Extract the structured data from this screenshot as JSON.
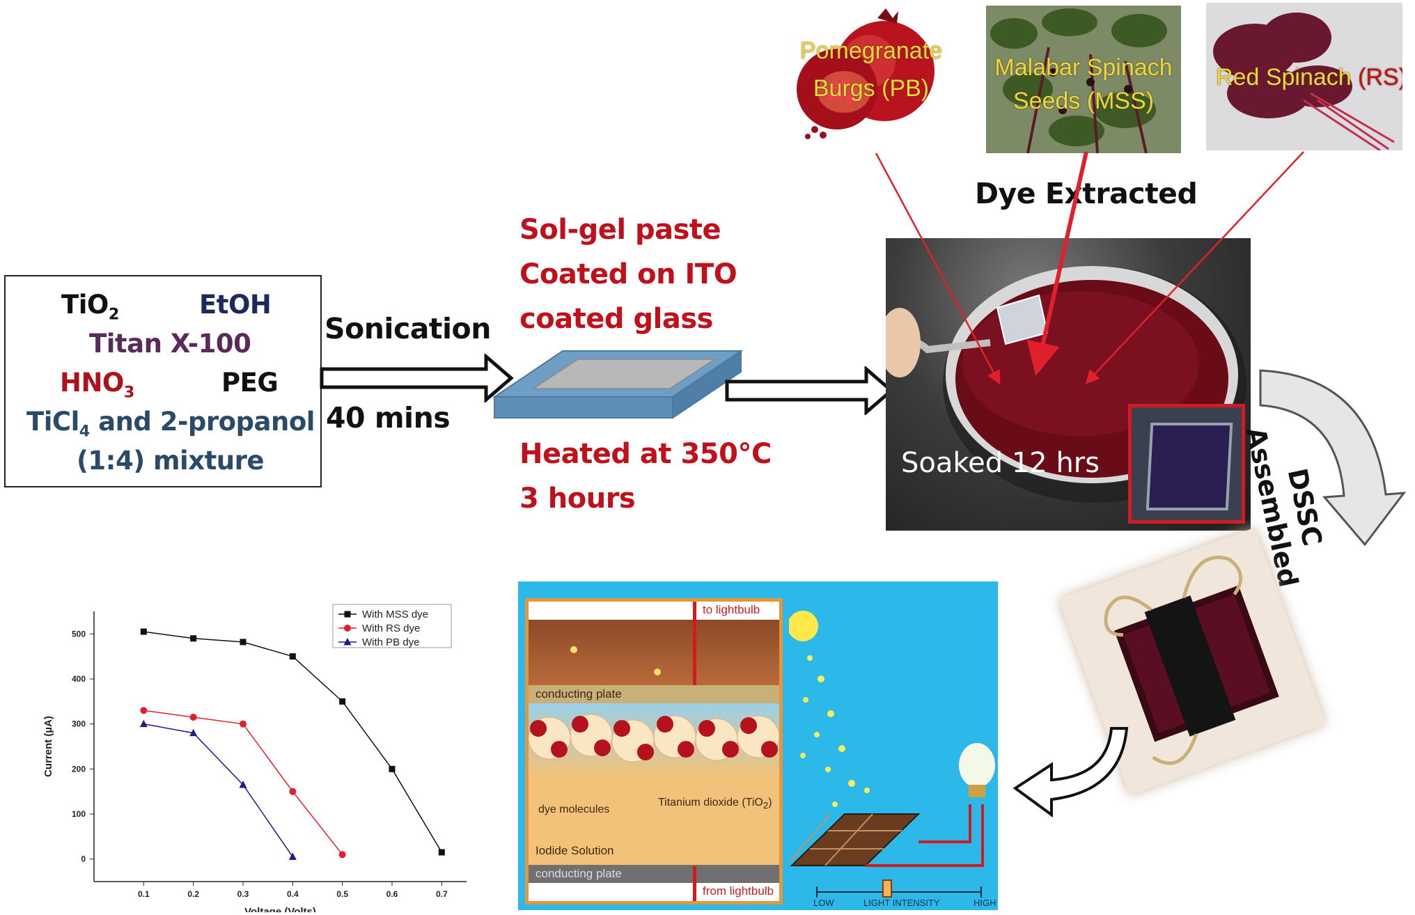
{
  "ingredients": {
    "tio2": "TiO",
    "tio2_sub": "2",
    "etoh": "EtOH",
    "titan": "Titan X-100",
    "hno3": "HNO",
    "hno3_sub": "3",
    "peg": "PEG",
    "ticl4_a": "TiCl",
    "ticl4_sub": "4",
    "ticl4_b": " and 2-propanol",
    "mixture": "(1:4) mixture"
  },
  "step1": {
    "label_top": "Sonication",
    "label_bottom": "40 mins"
  },
  "step2": {
    "line1": "Sol-gel paste",
    "line2": "Coated on ITO",
    "line3": "coated glass",
    "heat1": "Heated at 350°C",
    "heat2": "3 hours"
  },
  "dyes": {
    "pb_line1": "Pomegranate",
    "pb_line2": "Burgs (PB)",
    "mss_line1": "Malabar Spinach",
    "mss_line2": "Seeds (MSS)",
    "rs_text": "Red Spinach",
    "rs_abbr": " (RS)",
    "extracted": "Dye Extracted"
  },
  "soak": {
    "label": "Soaked 12 hrs"
  },
  "assembly": {
    "line1": "DSSC",
    "line2": "Assembled"
  },
  "solar": {
    "to_lightbulb": "to lightbulb",
    "conducting_plate_top": "conducting plate",
    "dye_molecules": "dye molecules",
    "titanium_dioxide": "Titanium dioxide (TiO",
    "titanium_dioxide_sub": "2",
    "titanium_dioxide_end": ")",
    "iodide": "Iodide Solution",
    "conducting_plate_bottom": "conducting plate",
    "from_lightbulb": "from lightbulb",
    "low": "LOW",
    "light_intensity": "LIGHT INTENSITY",
    "high": "HIGH",
    "light_intensity_level": 0.43,
    "colors": {
      "sky": "#2cb8e8",
      "cell": "#f2c27a",
      "dye": "#b5121b"
    }
  },
  "chart_data": {
    "type": "line",
    "xlabel": "Voltage (Volts)",
    "ylabel": "Current (µA)",
    "xlim": [
      0.0,
      0.75
    ],
    "ylim": [
      -50,
      550
    ],
    "x_ticks": [
      "0.1",
      "0.2",
      "0.3",
      "0.4",
      "0.5",
      "0.6",
      "0.7"
    ],
    "y_ticks": [
      "0",
      "100",
      "200",
      "300",
      "400",
      "500"
    ],
    "legend_position": "top-right",
    "grid": false,
    "series": [
      {
        "name": "With MSS dye",
        "marker": "square",
        "color": "#111111",
        "x": [
          0.1,
          0.2,
          0.3,
          0.4,
          0.5,
          0.6,
          0.7
        ],
        "y": [
          505,
          490,
          482,
          450,
          350,
          200,
          15
        ]
      },
      {
        "name": "With RS dye",
        "marker": "circle",
        "color": "#e0202a",
        "x": [
          0.1,
          0.2,
          0.3,
          0.4,
          0.5
        ],
        "y": [
          330,
          315,
          300,
          150,
          10
        ]
      },
      {
        "name": "With PB dye",
        "marker": "triangle",
        "color": "#1c1c8c",
        "x": [
          0.1,
          0.2,
          0.3,
          0.4
        ],
        "y": [
          300,
          280,
          165,
          5
        ]
      }
    ]
  }
}
